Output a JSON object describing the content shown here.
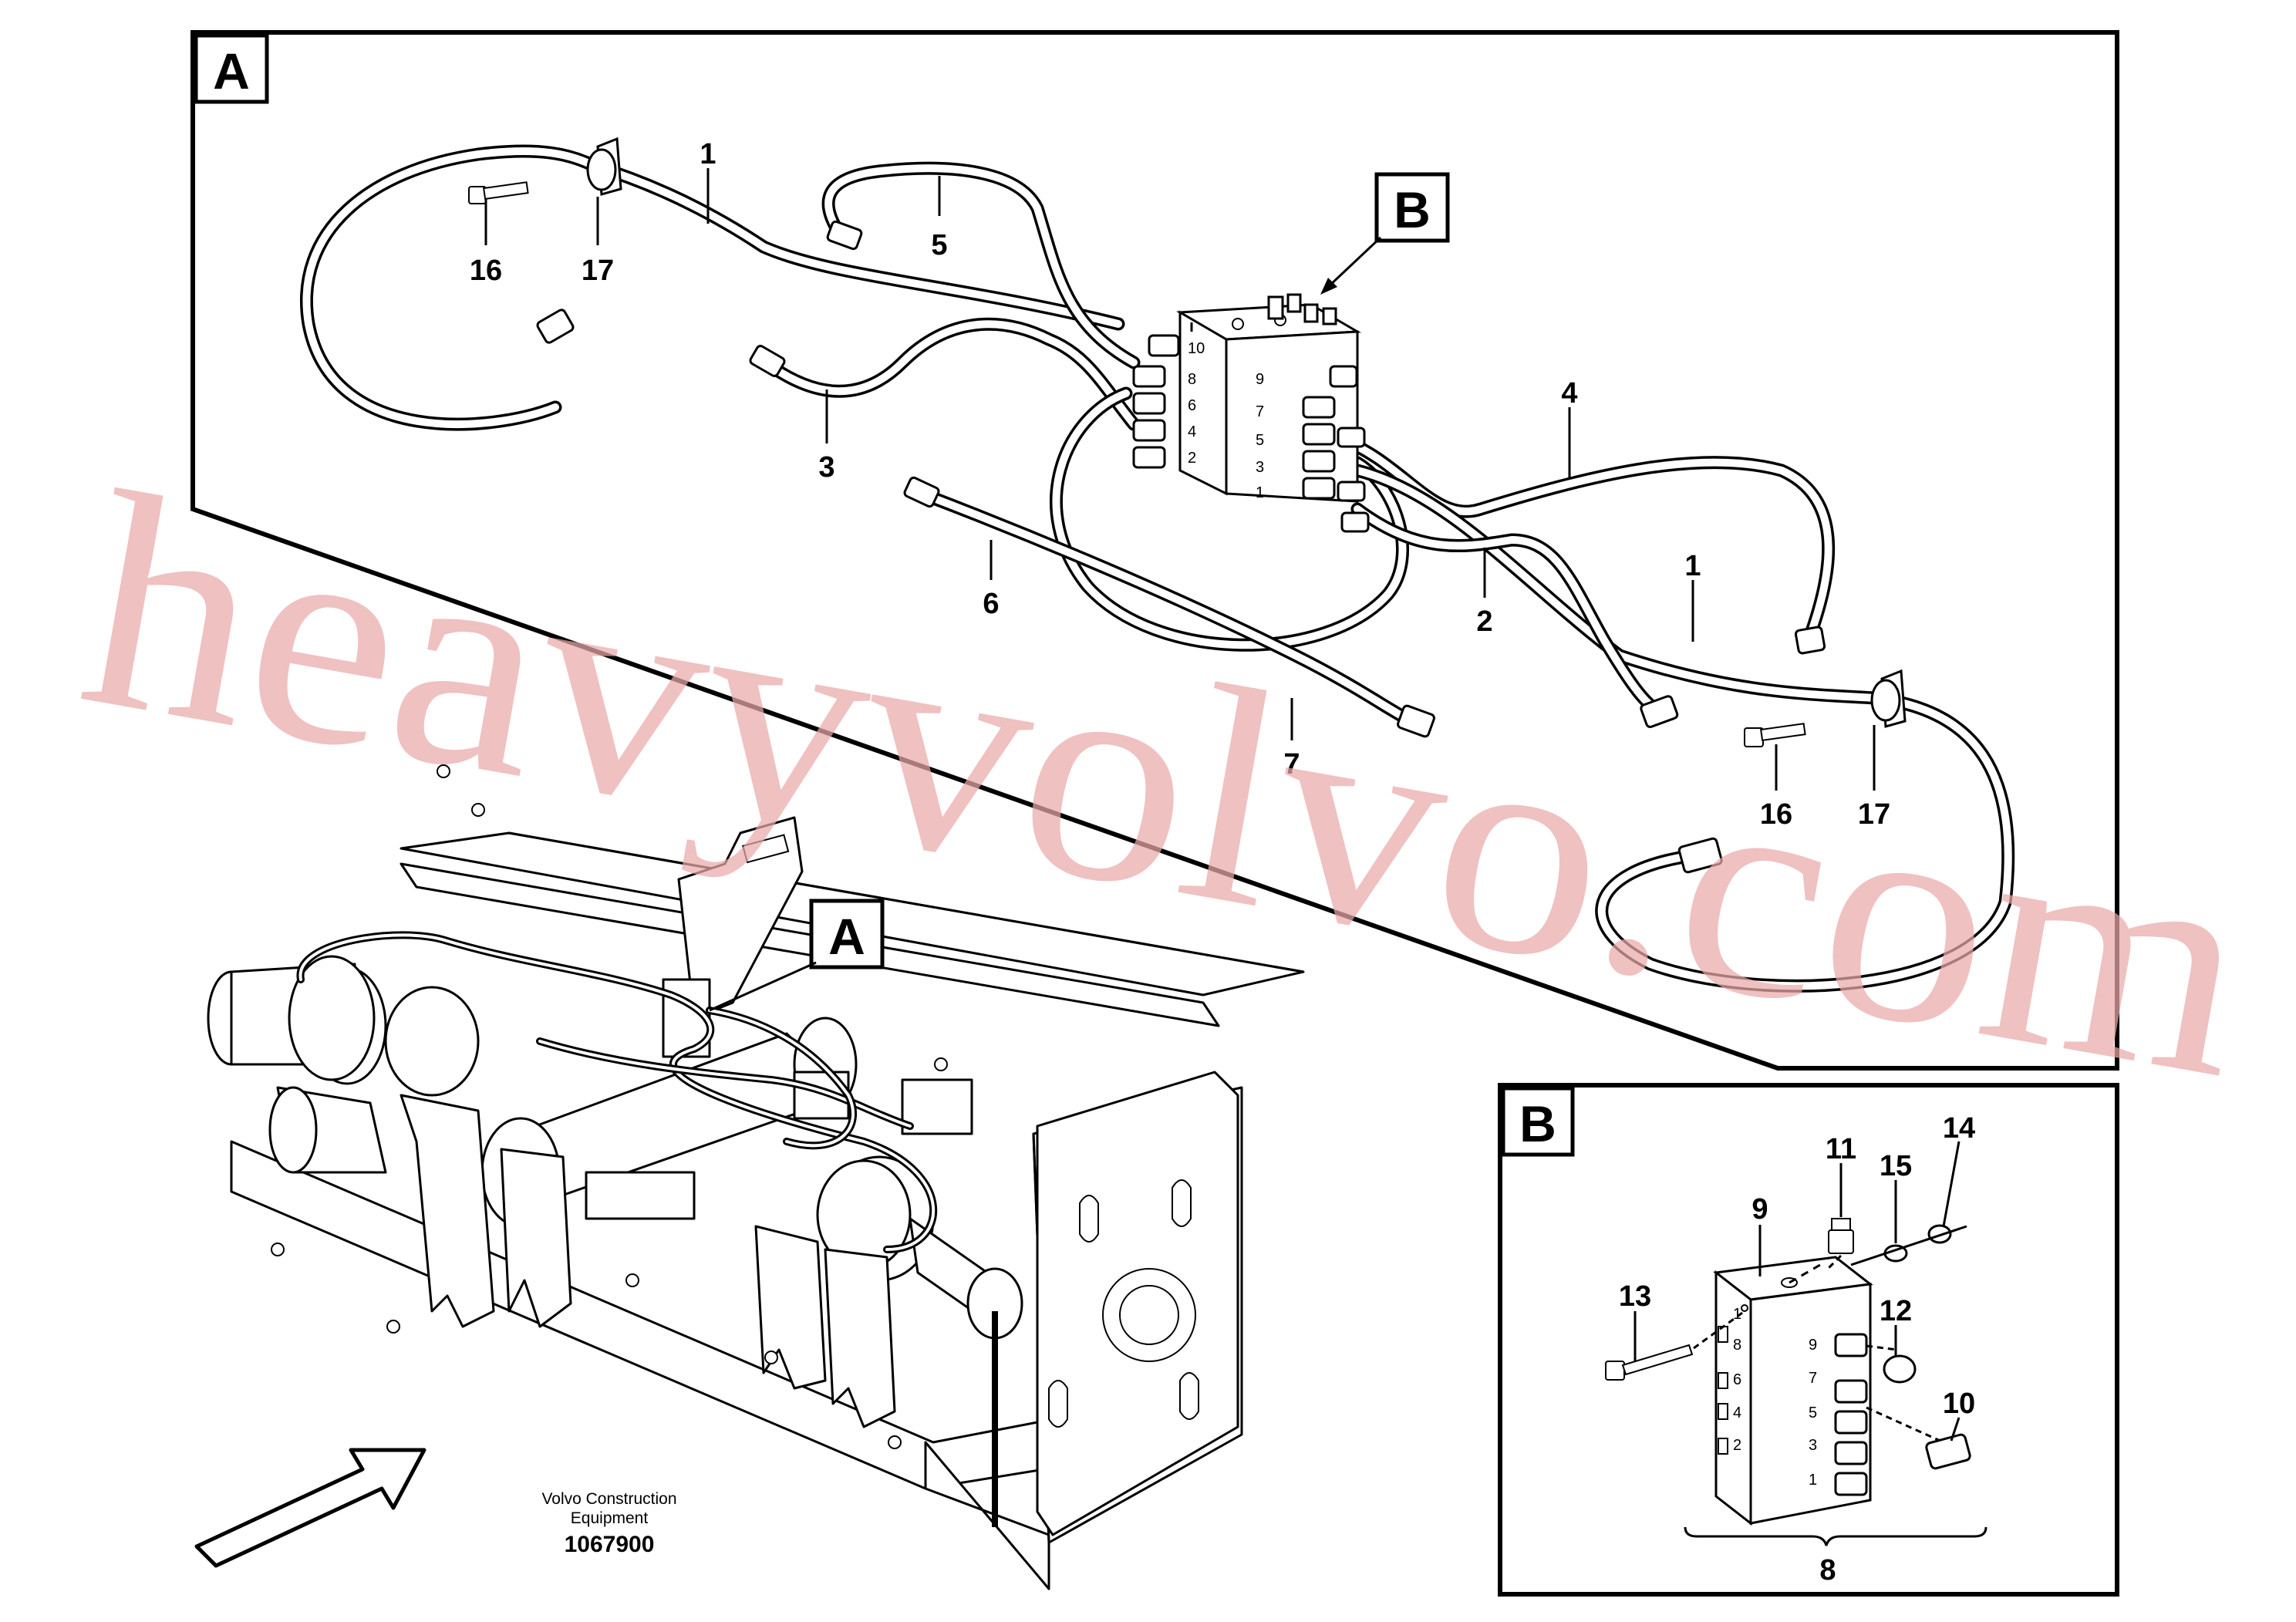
{
  "views": {
    "A": {
      "tag": "A"
    },
    "B": {
      "tag": "B"
    },
    "B_pointer": {
      "tag": "B"
    },
    "A_machine": {
      "tag": "A"
    }
  },
  "callouts_A": [
    {
      "id": "1",
      "label": "1"
    },
    {
      "id": "5",
      "label": "5"
    },
    {
      "id": "16",
      "label": "16"
    },
    {
      "id": "17",
      "label": "17"
    },
    {
      "id": "3",
      "label": "3"
    },
    {
      "id": "6",
      "label": "6"
    },
    {
      "id": "7",
      "label": "7"
    },
    {
      "id": "4",
      "label": "4"
    },
    {
      "id": "2",
      "label": "2"
    },
    {
      "id": "1b",
      "label": "1"
    },
    {
      "id": "16b",
      "label": "16"
    },
    {
      "id": "17b",
      "label": "17"
    }
  ],
  "callouts_B": [
    {
      "id": "9",
      "label": "9"
    },
    {
      "id": "11",
      "label": "11"
    },
    {
      "id": "15",
      "label": "15"
    },
    {
      "id": "14",
      "label": "14"
    },
    {
      "id": "13",
      "label": "13"
    },
    {
      "id": "12",
      "label": "12"
    },
    {
      "id": "10",
      "label": "10"
    },
    {
      "id": "8",
      "label": "8"
    }
  ],
  "port_numbers_A_left": [
    "10",
    "8",
    "6",
    "4",
    "2"
  ],
  "port_numbers_A_right": [
    "9",
    "7",
    "5",
    "3",
    "1"
  ],
  "port_numbers_B_left": [
    "1",
    "8",
    "6",
    "4",
    "2"
  ],
  "port_numbers_B_right": [
    "9",
    "7",
    "5",
    "3",
    "1"
  ],
  "credit": {
    "line1": "Volvo Construction",
    "line2": "Equipment",
    "drawing_no": "1067900"
  },
  "watermark": "heavyvolvo.com"
}
